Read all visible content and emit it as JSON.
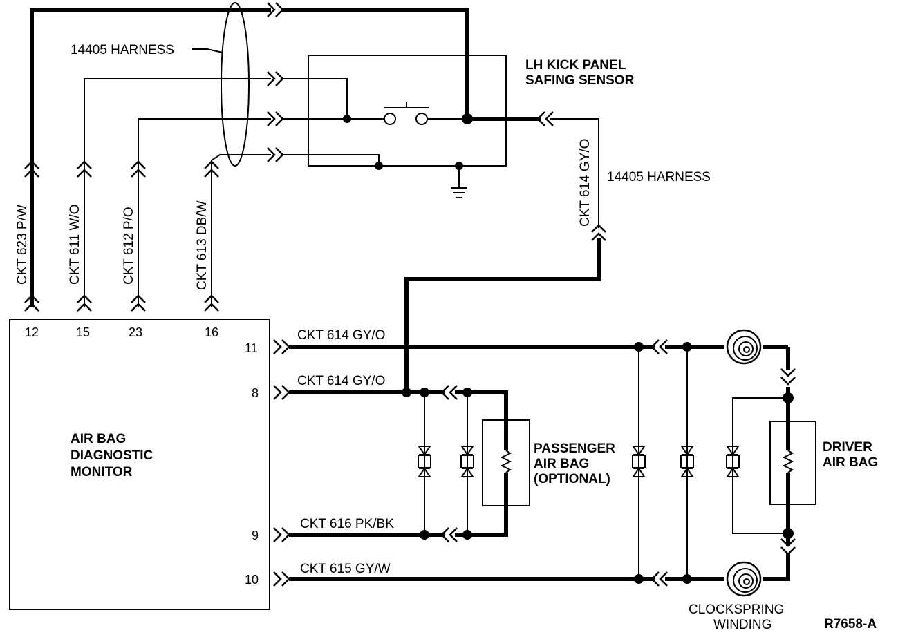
{
  "figure_id": "R7658-A",
  "module": {
    "name_lines": [
      "AIR BAG",
      "DIAGNOSTIC",
      "MONITOR"
    ],
    "top_pins": [
      "12",
      "15",
      "23",
      "16"
    ],
    "side_pins": [
      "11",
      "8",
      "9",
      "10"
    ]
  },
  "harness": {
    "top_label": "14405 HARNESS",
    "right_label": "14405 HARNESS"
  },
  "sensor": {
    "lines": [
      "LH KICK PANEL",
      "SAFING SENSOR"
    ]
  },
  "circuits": {
    "ckt623": "CKT 623 P/W",
    "ckt611": "CKT 611 W/O",
    "ckt612": "CKT 612 P/O",
    "ckt613": "CKT 613 DB/W",
    "ckt614_vertical": "CKT 614 GY/O",
    "ckt614_pin11": "CKT 614 GY/O",
    "ckt614_pin8": "CKT 614 GY/O",
    "ckt616": "CKT 616 PK/BK",
    "ckt615": "CKT 615 GY/W"
  },
  "passenger_bag": {
    "lines": [
      "PASSENGER",
      "AIR BAG",
      "(OPTIONAL)"
    ]
  },
  "driver_bag": {
    "lines": [
      "DRIVER",
      "AIR BAG"
    ]
  },
  "clockspring": {
    "lines": [
      "CLOCKSPRING",
      "WINDING"
    ]
  }
}
